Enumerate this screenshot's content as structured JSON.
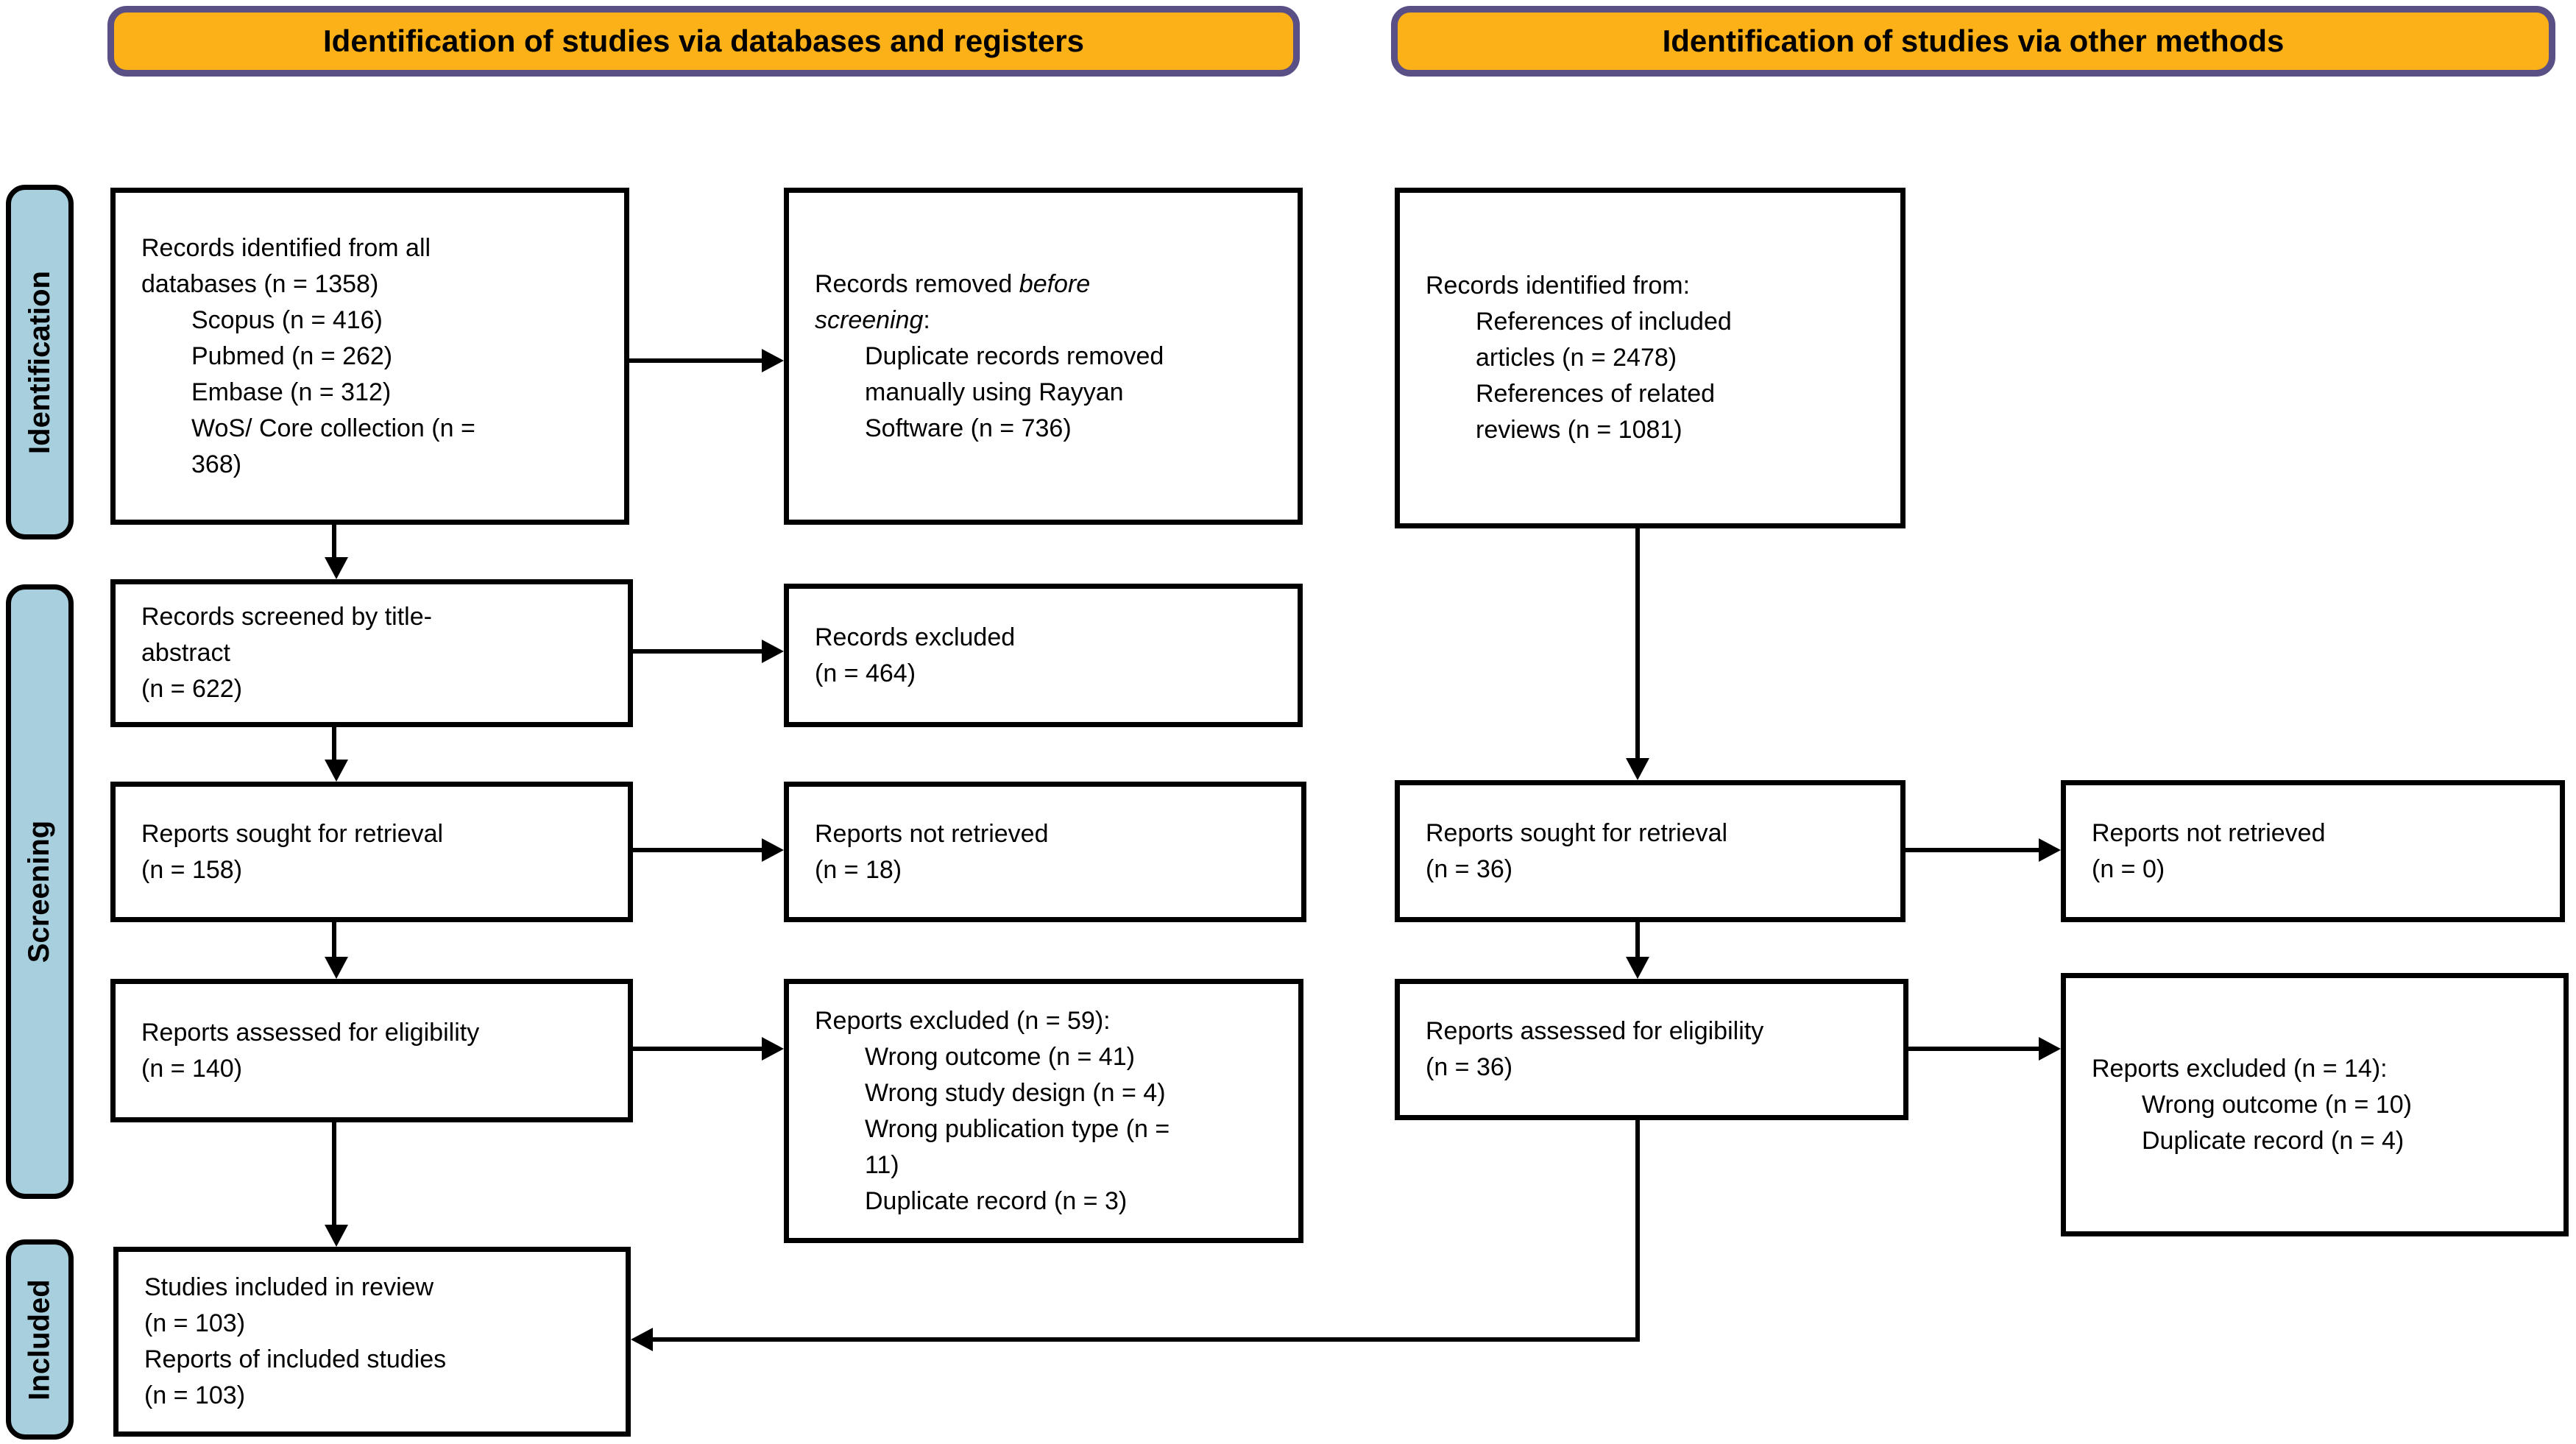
{
  "colors": {
    "banner_fill": "#FBB117",
    "banner_border": "#5B5086",
    "stage_fill": "#A8CFDE",
    "box_border": "#000000",
    "background": "#FFFFFF"
  },
  "banners": {
    "databases": "Identification of studies via databases and registers",
    "other": "Identification of studies via other methods"
  },
  "stages": {
    "identification": "Identification",
    "screening": "Screening",
    "included": "Included"
  },
  "boxes": {
    "db_identified": {
      "lines": [
        "Records identified from all",
        "databases (n = 1358)",
        "Scopus (n = 416)",
        "Pubmed (n = 262)",
        "Embase (n = 312)",
        "WoS/ Core collection (n =",
        "368)"
      ]
    },
    "records_removed": {
      "title_normal_1": "Records removed ",
      "title_italic_1": "before",
      "title_italic_2": "screening",
      "title_normal_2": ":",
      "lines": [
        "Duplicate records removed",
        "manually using Rayyan",
        "Software (n = 736)"
      ]
    },
    "records_other": {
      "lines": [
        "Records identified from:",
        "References of included",
        "articles (n = 2478)",
        "References of related",
        "reviews (n = 1081)"
      ]
    },
    "records_screened": {
      "lines": [
        "Records screened by title-",
        "abstract",
        "(n = 622)"
      ]
    },
    "records_excluded": {
      "lines": [
        "Records excluded",
        "(n = 464)"
      ]
    },
    "reports_sought": {
      "lines": [
        "Reports sought for retrieval",
        "(n = 158)"
      ]
    },
    "reports_not_retrieved": {
      "lines": [
        "Reports not retrieved",
        "(n = 18)"
      ]
    },
    "reports_sought_36": {
      "lines": [
        "Reports sought for retrieval",
        "(n = 36)"
      ]
    },
    "reports_not_retrieved_0": {
      "lines": [
        "Reports not retrieved",
        "(n = 0)"
      ]
    },
    "reports_assessed": {
      "lines": [
        "Reports assessed for eligibility",
        "(n = 140)"
      ]
    },
    "reports_excluded_59": {
      "lines": [
        "Reports excluded (n = 59):",
        "Wrong outcome (n = 41)",
        "Wrong study design (n = 4)",
        "Wrong publication type (n =",
        "11)",
        "Duplicate record (n = 3)"
      ]
    },
    "reports_assessed_36": {
      "lines": [
        "Reports assessed for eligibility",
        "(n = 36)"
      ]
    },
    "reports_excluded_14": {
      "lines": [
        "Reports excluded (n = 14):",
        "Wrong outcome (n = 10)",
        "Duplicate record (n = 4)"
      ]
    },
    "studies_included": {
      "lines": [
        "Studies included in review",
        "(n = 103)",
        "Reports of included studies",
        "(n = 103)"
      ]
    }
  }
}
